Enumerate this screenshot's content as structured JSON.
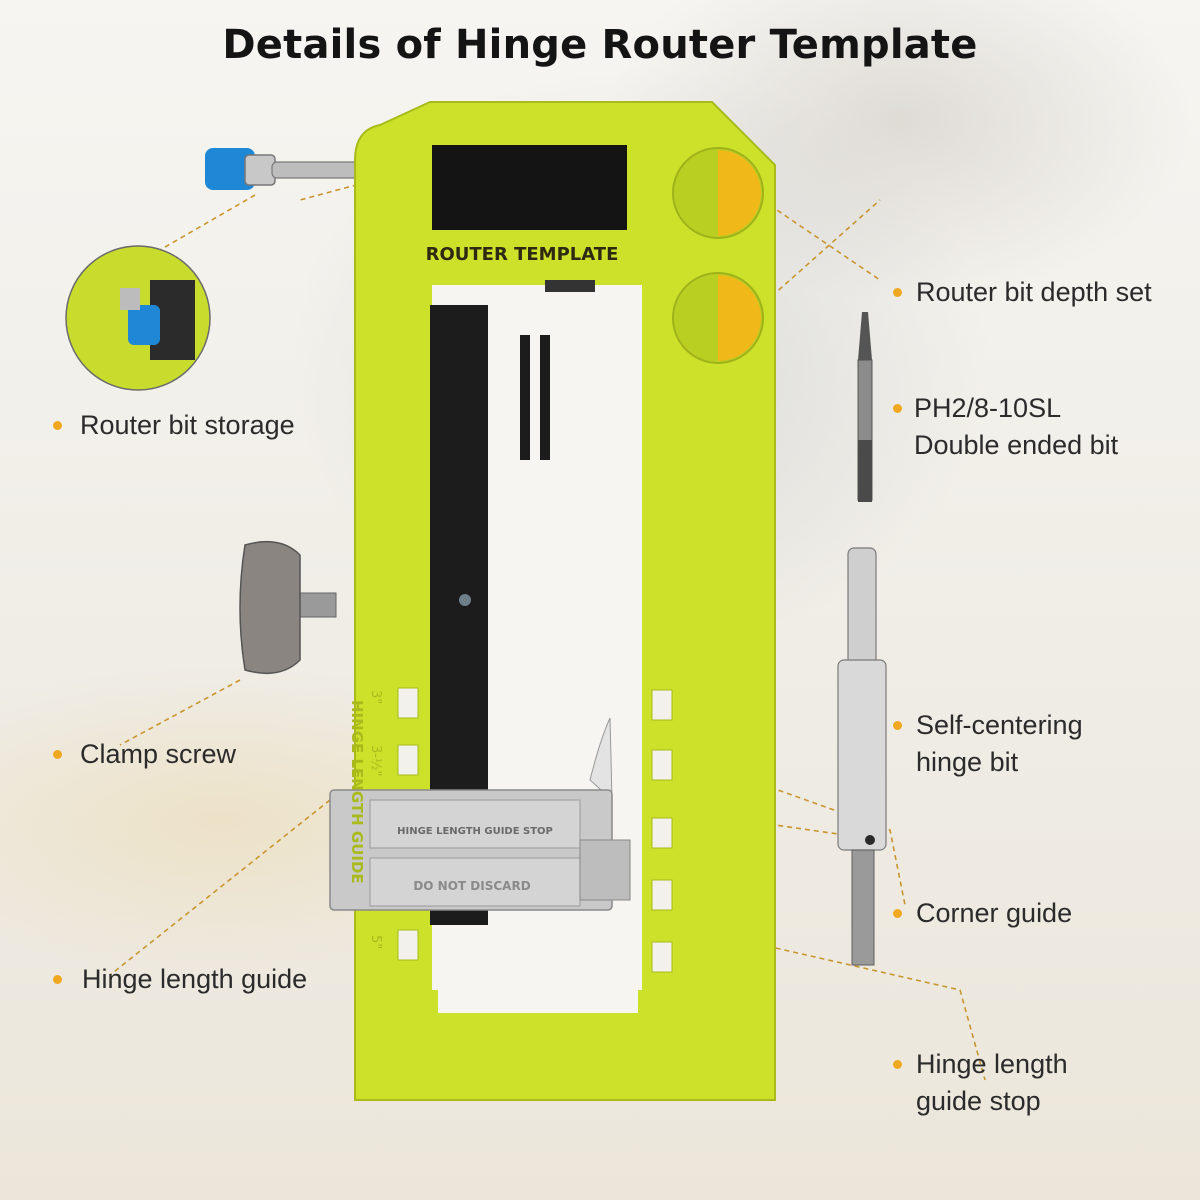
{
  "title": "Details of Hinge Router Template",
  "template_label": "ROUTER TEMPLATE",
  "guide_stop_text_1": "HINGE LENGTH GUIDE STOP",
  "guide_stop_text_2": "DO NOT DISCARD",
  "scale_marks": [
    "3\"",
    "3-½\"",
    "5\""
  ],
  "scale_word": "HINGE LENGTH GUIDE",
  "callouts": {
    "router_bit_depth_set": "Router bit depth set",
    "double_ended_bit": "PH2/8-10SL\nDouble ended bit",
    "router_bit_storage": "Router bit storage",
    "self_centering_bit": "Self-centering\nhinge bit",
    "clamp_screw": "Clamp screw",
    "corner_guide": "Corner guide",
    "hinge_length_guide": "Hinge length guide",
    "hinge_length_guide_stop": "Hinge length\nguide stop"
  },
  "colors": {
    "template_green": "#cbe12a",
    "accent_dot": "#f0a820",
    "callout_line": "#c9952f"
  }
}
